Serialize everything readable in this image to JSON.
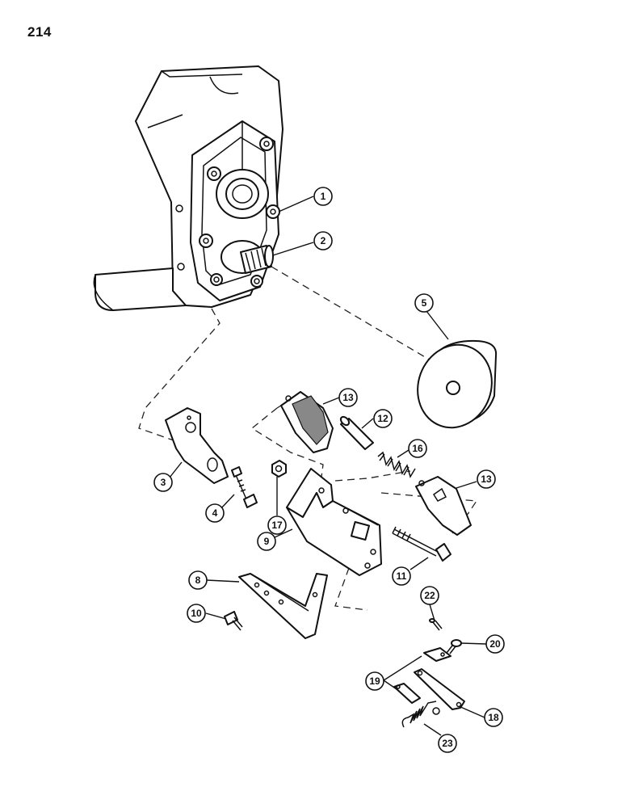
{
  "page": {
    "number": "214"
  },
  "callouts": [
    {
      "id": "c1",
      "label": "1"
    },
    {
      "id": "c2",
      "label": "2"
    },
    {
      "id": "c3",
      "label": "3"
    },
    {
      "id": "c4",
      "label": "4"
    },
    {
      "id": "c5",
      "label": "5"
    },
    {
      "id": "c8",
      "label": "8"
    },
    {
      "id": "c9",
      "label": "9"
    },
    {
      "id": "c10",
      "label": "10"
    },
    {
      "id": "c11",
      "label": "11"
    },
    {
      "id": "c12",
      "label": "12"
    },
    {
      "id": "c13a",
      "label": "13"
    },
    {
      "id": "c13b",
      "label": "13"
    },
    {
      "id": "c16",
      "label": "16"
    },
    {
      "id": "c17",
      "label": "17"
    },
    {
      "id": "c18",
      "label": "18"
    },
    {
      "id": "c19",
      "label": "19"
    },
    {
      "id": "c20",
      "label": "20"
    },
    {
      "id": "c22",
      "label": "22"
    },
    {
      "id": "c23",
      "label": "23"
    }
  ]
}
